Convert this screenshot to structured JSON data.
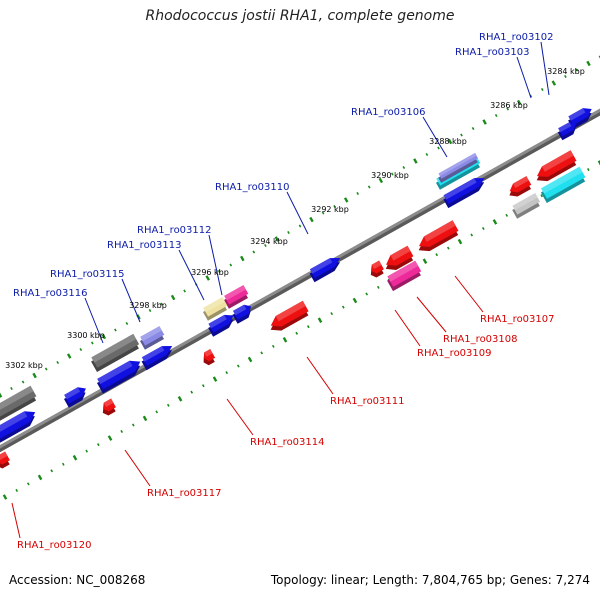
{
  "title": "Rhodococcus jostii RHA1, complete genome",
  "footer": {
    "accession": "Accession: NC_008268",
    "summary": "Topology: linear; Length: 7,804,765 bp; Genes: 7,274"
  },
  "ticks": [
    "3284 kbp",
    "3286 kbp",
    "3288 kbp",
    "3290 kbp",
    "3292 kbp",
    "3294 kbp",
    "3296 kbp",
    "3298 kbp",
    "3300 kbp",
    "3302 kbp"
  ],
  "forward_labels": [
    "RHA1_ro03102",
    "RHA1_ro03103",
    "RHA1_ro03106",
    "RHA1_ro03110",
    "RHA1_ro03112",
    "RHA1_ro03113",
    "RHA1_ro03115",
    "RHA1_ro03116"
  ],
  "reverse_labels": [
    "RHA1_ro03107",
    "RHA1_ro03108",
    "RHA1_ro03109",
    "RHA1_ro03111",
    "RHA1_ro03114",
    "RHA1_ro03117",
    "RHA1_ro03120"
  ],
  "colors": {
    "forward_label": "#0b1ba8",
    "reverse_label": "#d40000",
    "tick": "#1a8a1a",
    "backbone": "#8c8c8c",
    "blue": "#1010e0",
    "red": "#ee1010",
    "magenta": "#ee2a9a",
    "cyan": "#20e0f0",
    "gray": "#6a6a6a",
    "lightgray": "#c4c4c4",
    "lavender": "#8a8ae6",
    "yellow": "#efe2a0"
  }
}
